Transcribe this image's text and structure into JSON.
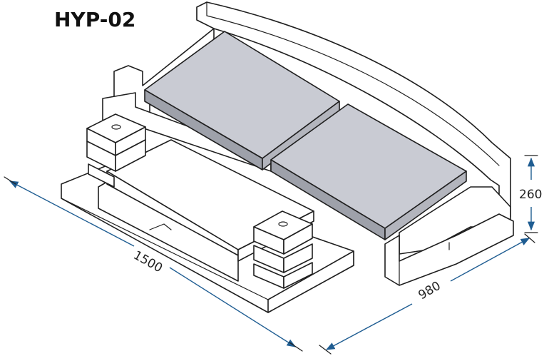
{
  "title": "HYP-02",
  "dimensions": {
    "length": "1500",
    "width": "980",
    "height": "260"
  },
  "colors": {
    "line": "#1f1f1f",
    "dimension_line": "#1f5d92",
    "stone_white": "#ffffff",
    "slab_gray": "#c9cbd3",
    "slab_shadow": "#9ea1aa"
  }
}
